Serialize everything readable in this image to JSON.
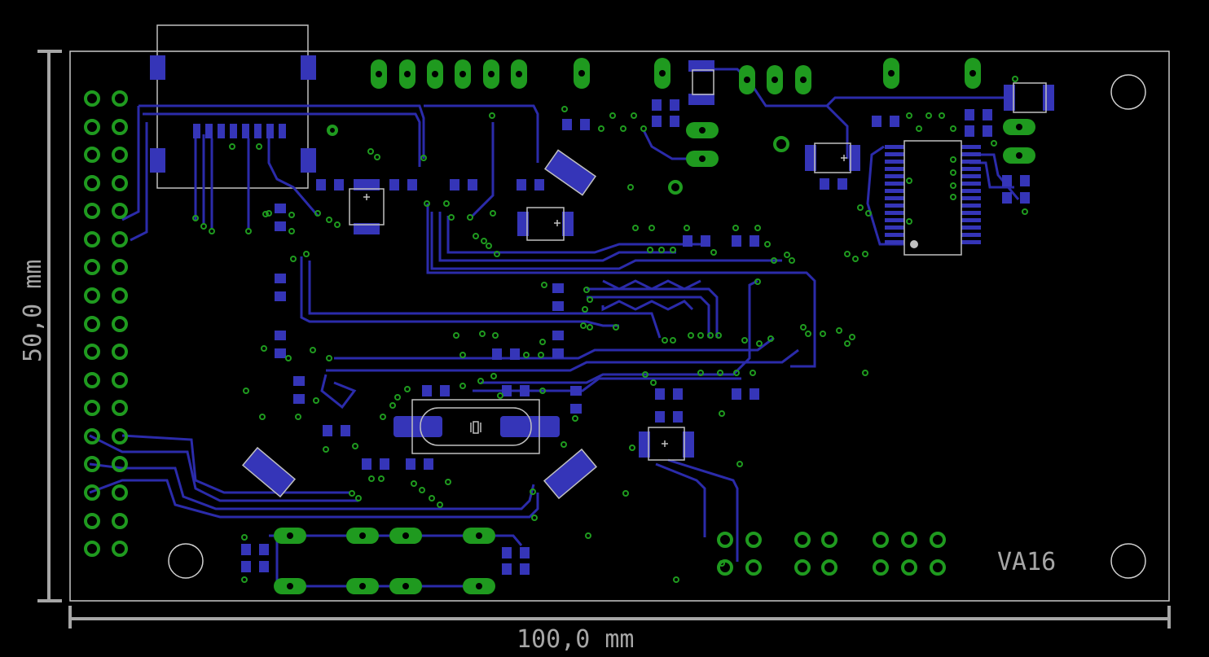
{
  "board": {
    "label": "VA16",
    "dim_width": "100,0 mm",
    "dim_height": "50,0 mm"
  },
  "colors": {
    "background": "#000000",
    "outline": "#c8c8c8",
    "dimension": "#a6a6a6",
    "copper": "#2b2baa",
    "pad": "#3535b8",
    "via": "#1f9a1f",
    "silk": "#c0c0c0"
  }
}
